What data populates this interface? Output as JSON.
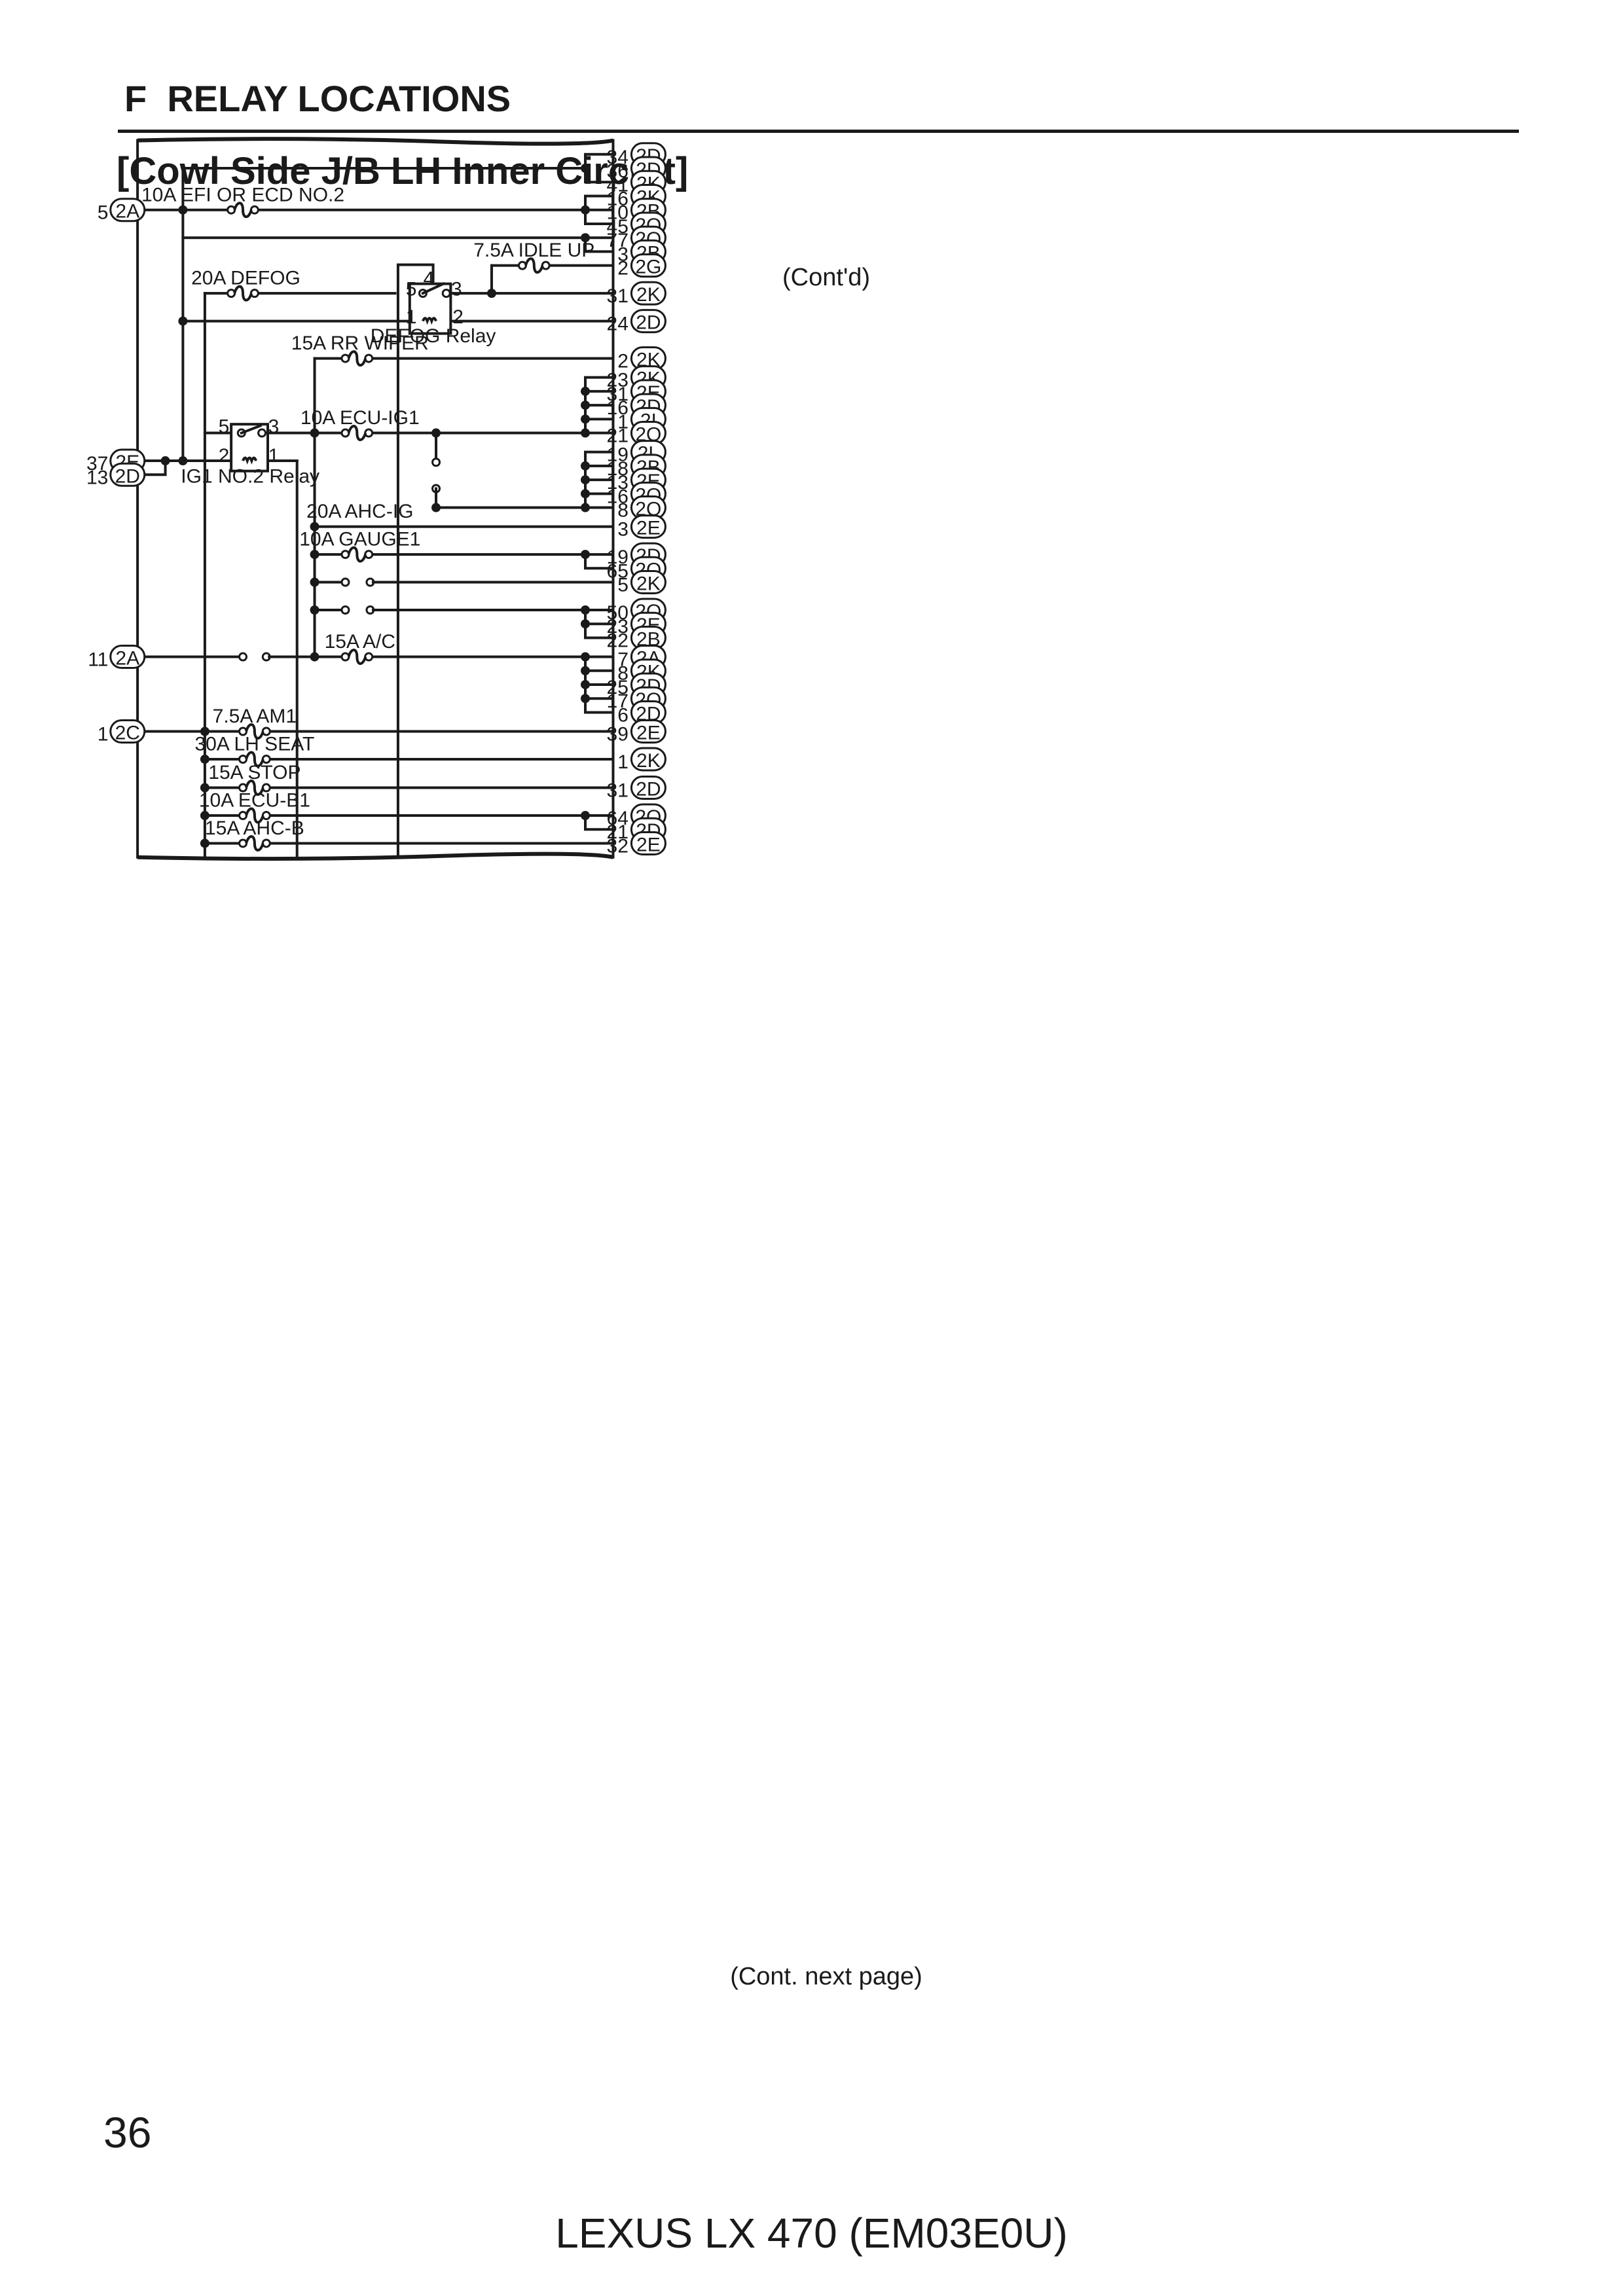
{
  "header": {
    "section": "F  RELAY LOCATIONS",
    "subtitle": "[Cowl Side J/B LH Inner Circuit]"
  },
  "diagram": {
    "cont_top": "(Cont'd)",
    "cont_bottom": "(Cont. next page)",
    "fuses": [
      {
        "label": "10A EFI OR ECD NO.2"
      },
      {
        "label": "20A DEFOG"
      },
      {
        "label": "7.5A IDLE UP"
      },
      {
        "label": "15A RR WIPER"
      },
      {
        "label": "10A ECU-IG1"
      },
      {
        "label": "20A AHC-IG"
      },
      {
        "label": "10A GAUGE1"
      },
      {
        "label": "15A A/C"
      },
      {
        "label": "7.5A AM1"
      },
      {
        "label": "30A LH SEAT"
      },
      {
        "label": "15A STOP"
      },
      {
        "label": "10A ECU-B1"
      },
      {
        "label": "15A AHC-B"
      }
    ],
    "relays": [
      {
        "name": "DEFOG Relay",
        "pins": [
          "4",
          "5",
          "3",
          "1",
          "2"
        ]
      },
      {
        "name": "IG1 NO.2 Relay",
        "pins": [
          "5",
          "3",
          "2",
          "1"
        ]
      }
    ],
    "left_connectors": [
      {
        "pin": "5",
        "conn": "2A"
      },
      {
        "pin": "37",
        "conn": "2E"
      },
      {
        "pin": "13",
        "conn": "2D"
      },
      {
        "pin": "11",
        "conn": "2A"
      },
      {
        "pin": "1",
        "conn": "2C"
      }
    ],
    "right_connectors": [
      {
        "pin": "34",
        "conn": "2D"
      },
      {
        "pin": "36",
        "conn": "2D"
      },
      {
        "pin": "41",
        "conn": "2K"
      },
      {
        "pin": "16",
        "conn": "2K"
      },
      {
        "pin": "10",
        "conn": "2B"
      },
      {
        "pin": "45",
        "conn": "2Q"
      },
      {
        "pin": "77",
        "conn": "2Q"
      },
      {
        "pin": "3",
        "conn": "2B"
      },
      {
        "pin": "2",
        "conn": "2G"
      },
      {
        "pin": "31",
        "conn": "2K"
      },
      {
        "pin": "24",
        "conn": "2D"
      },
      {
        "pin": "2",
        "conn": "2K"
      },
      {
        "pin": "23",
        "conn": "2K"
      },
      {
        "pin": "31",
        "conn": "2E"
      },
      {
        "pin": "16",
        "conn": "2D"
      },
      {
        "pin": "1",
        "conn": "2I"
      },
      {
        "pin": "21",
        "conn": "2Q"
      },
      {
        "pin": "19",
        "conn": "2L"
      },
      {
        "pin": "18",
        "conn": "2B"
      },
      {
        "pin": "13",
        "conn": "2E"
      },
      {
        "pin": "16",
        "conn": "2Q"
      },
      {
        "pin": "8",
        "conn": "2Q"
      },
      {
        "pin": "3",
        "conn": "2E"
      },
      {
        "pin": "19",
        "conn": "2D"
      },
      {
        "pin": "65",
        "conn": "2Q"
      },
      {
        "pin": "5",
        "conn": "2K"
      },
      {
        "pin": "50",
        "conn": "2Q"
      },
      {
        "pin": "23",
        "conn": "2E"
      },
      {
        "pin": "22",
        "conn": "2B"
      },
      {
        "pin": "7",
        "conn": "2A"
      },
      {
        "pin": "8",
        "conn": "2K"
      },
      {
        "pin": "25",
        "conn": "2D"
      },
      {
        "pin": "17",
        "conn": "2Q"
      },
      {
        "pin": "6",
        "conn": "2D"
      },
      {
        "pin": "39",
        "conn": "2E"
      },
      {
        "pin": "1",
        "conn": "2K"
      },
      {
        "pin": "31",
        "conn": "2D"
      },
      {
        "pin": "64",
        "conn": "2Q"
      },
      {
        "pin": "21",
        "conn": "2D"
      },
      {
        "pin": "32",
        "conn": "2E"
      }
    ]
  },
  "footer": {
    "page_number": "36",
    "model": "LEXUS LX 470 (EM03E0U)"
  }
}
